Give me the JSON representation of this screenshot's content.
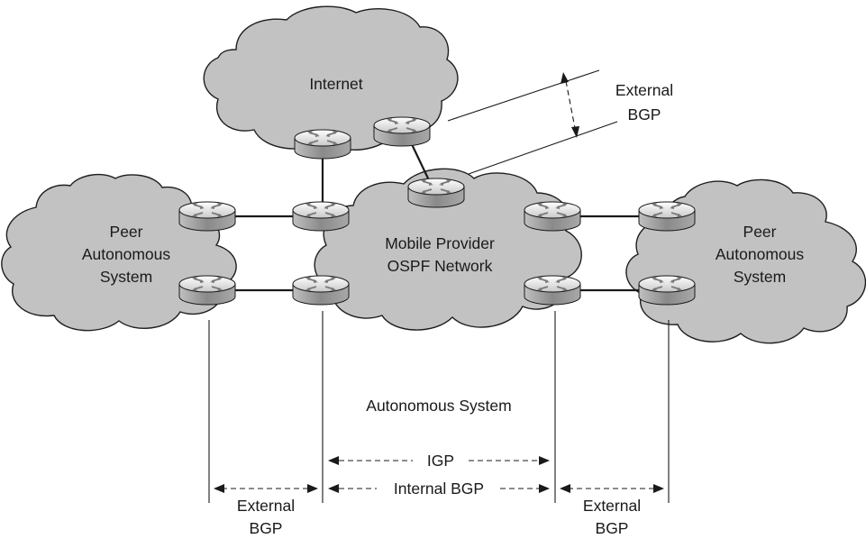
{
  "labels": {
    "internet": "Internet",
    "external_bgp_top_line1": "External",
    "external_bgp_top_line2": "BGP",
    "peer_left_line1": "Peer",
    "peer_left_line2": "Autonomous",
    "peer_left_line3": "System",
    "provider_line1": "Mobile Provider",
    "provider_line2": "OSPF Network",
    "peer_right_line1": "Peer",
    "peer_right_line2": "Autonomous",
    "peer_right_line3": "System",
    "autonomous_system": "Autonomous System",
    "igp": "IGP",
    "internal_bgp": "Internal BGP",
    "external_bgp_left_line1": "External",
    "external_bgp_left_line2": "BGP",
    "external_bgp_right_line1": "External",
    "external_bgp_right_line2": "BGP"
  },
  "colors": {
    "cloud": "#c2c2c2",
    "router_light": "#dedede",
    "router_mid": "#9a9a9a",
    "line": "#1a1a1a"
  },
  "icons": [
    "cloud-shape",
    "router-icon",
    "double-arrow-icon"
  ]
}
